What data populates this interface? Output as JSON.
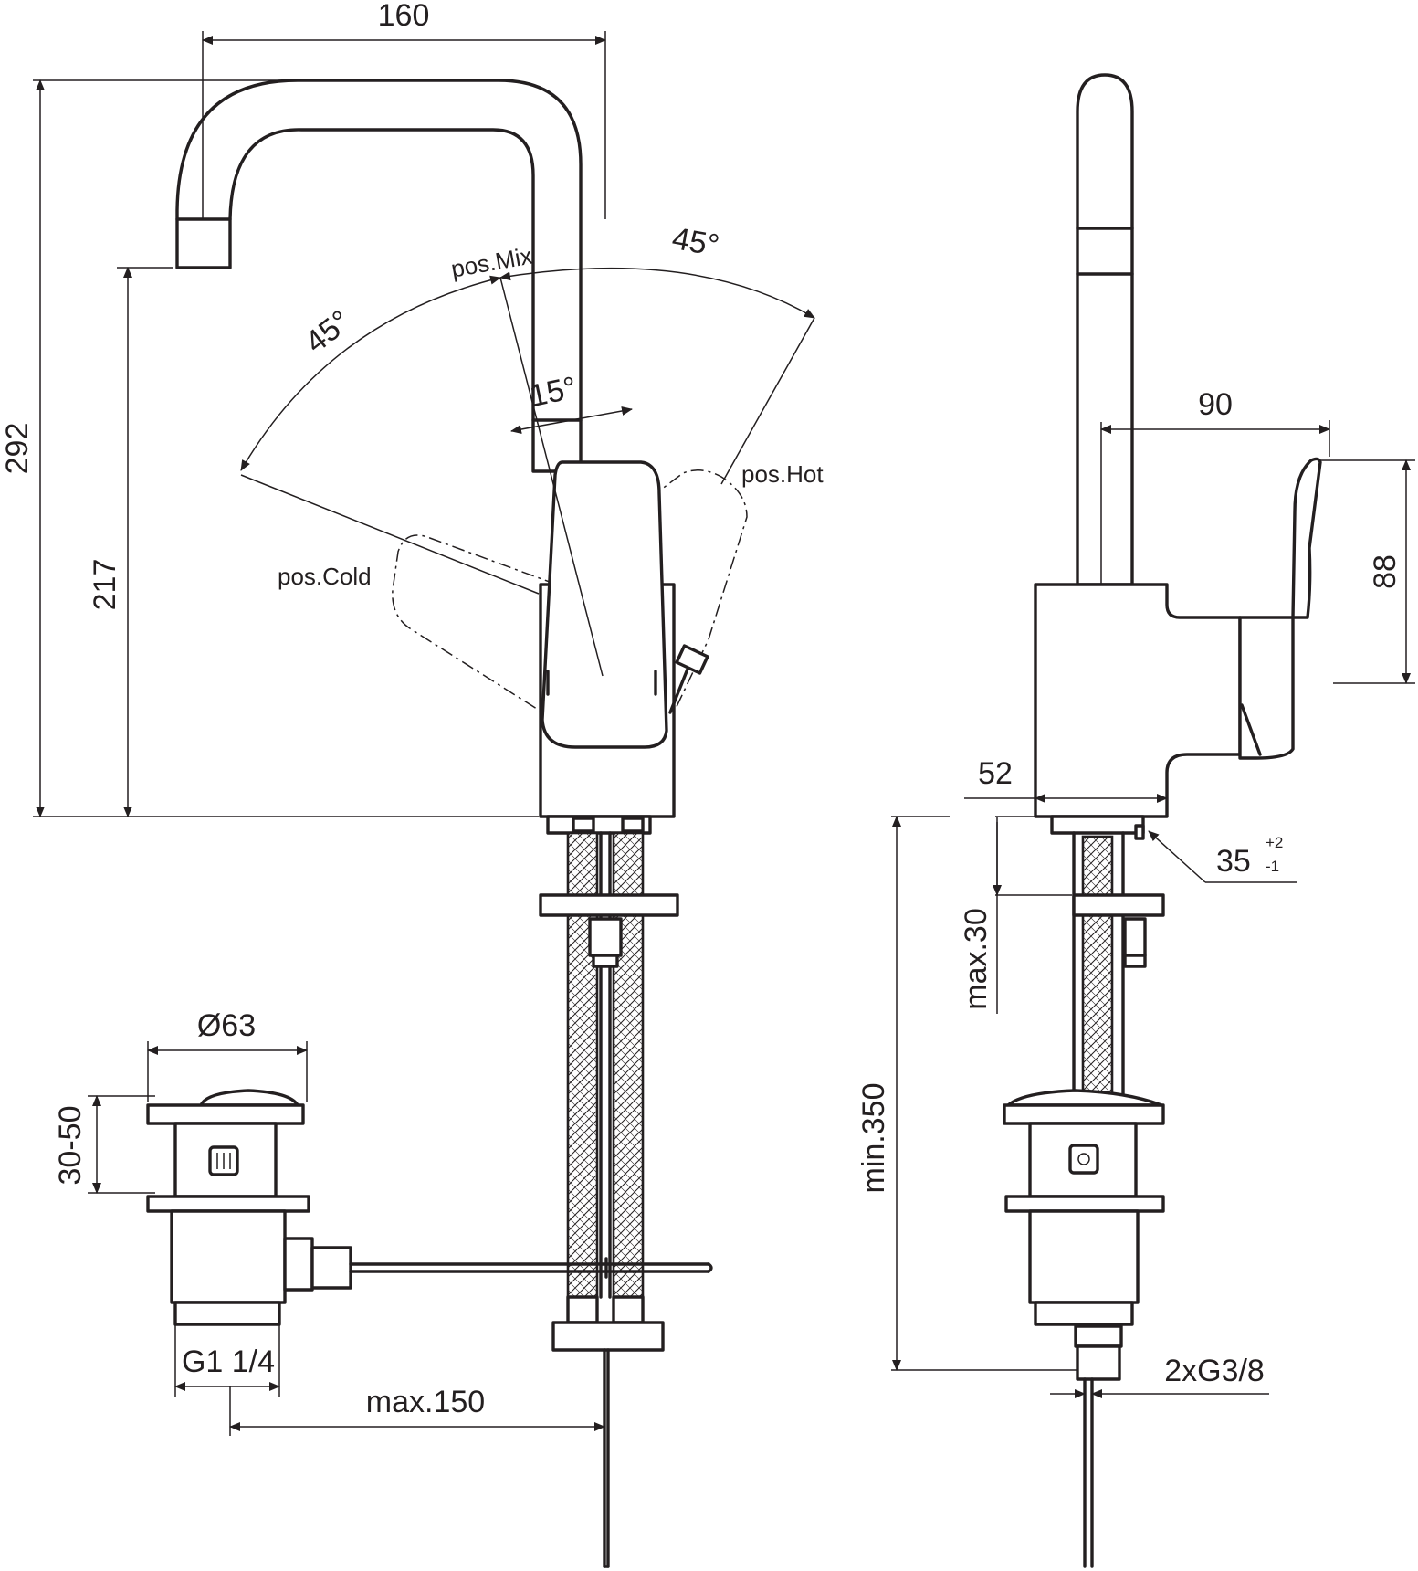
{
  "dimensions": {
    "spout_reach": "160",
    "total_height": "292",
    "spout_height": "217",
    "angle_left": "45°",
    "angle_right": "45°",
    "angle_small": "15°",
    "handle_projection": "90",
    "handle_height": "88",
    "body_width": "52",
    "hole_diameter": "35",
    "hole_tol_plus": "+2",
    "hole_tol_minus": "-1",
    "max_thickness": "max.30",
    "min_length": "min.350",
    "waste_diameter": "Ø63",
    "waste_height": "30-50",
    "waste_thread": "G1 1/4",
    "rod_length": "max.150",
    "hose_thread": "2xG3/8"
  },
  "positions": {
    "mix": "pos.Mix",
    "hot": "pos.Hot",
    "cold": "pos.Cold"
  }
}
